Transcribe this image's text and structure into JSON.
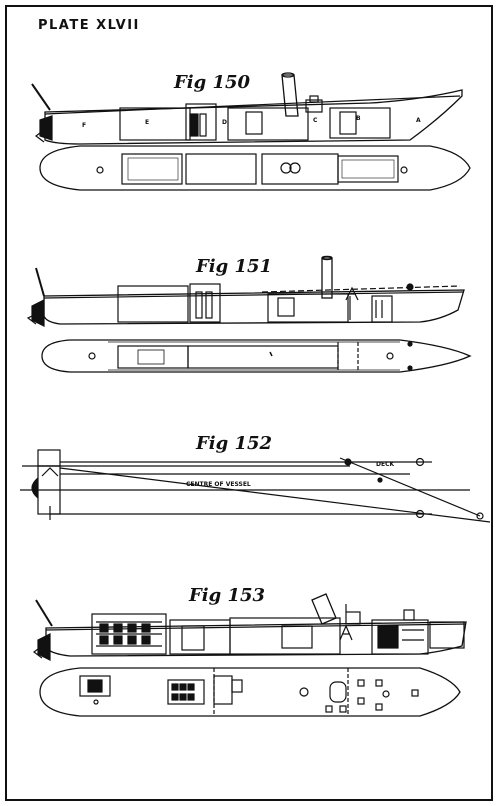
{
  "plate": {
    "title": "PLATE XLVII"
  },
  "figures": [
    {
      "label": "Fig 150",
      "compartment_letters": [
        "F",
        "E",
        "D",
        "C",
        "B",
        "A"
      ]
    },
    {
      "label": "Fig 151"
    },
    {
      "label": "Fig 152",
      "annotations": [
        "DECK",
        "CENTRE OF VESSEL"
      ]
    },
    {
      "label": "Fig 153"
    }
  ]
}
